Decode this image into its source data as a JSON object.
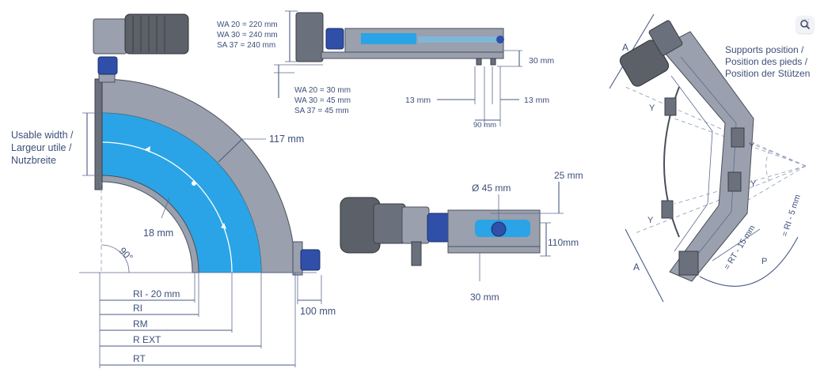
{
  "left": {
    "usable_width": [
      "Usable width /",
      "Largeur utile /",
      "Nutzbreite"
    ],
    "dim_117": "117 mm",
    "dim_18": "18 mm",
    "angle_90": "90°",
    "dim_100": "100 mm",
    "radii": [
      "RI - 20 mm",
      "RI",
      "RM",
      "R EXT",
      "RT"
    ]
  },
  "top": {
    "heights": [
      "WA 20 = 220 mm",
      "WA 30 = 240 mm",
      "SA 37 = 240 mm"
    ],
    "offsets": [
      "WA 20 = 30 mm",
      "WA 30 = 45 mm",
      "SA 37 = 45 mm"
    ],
    "dim_30": "30 mm",
    "dim_13_left": "13 mm",
    "dim_13_right": "13 mm",
    "dim_90": "90 mm"
  },
  "middle": {
    "diameter": "Ø 45 mm",
    "dim_25": "25 mm",
    "dim_110": "110mm",
    "dim_30": "30 mm"
  },
  "right": {
    "supports": [
      "Supports position /",
      "Position des pieds /",
      "Position der Stützen"
    ],
    "label_a_top": "A",
    "label_a_bottom": "A",
    "label_y": "Y",
    "label_rt": "= RT - 15 mm",
    "label_ri": "= RI - 5 mm",
    "label_p": "P"
  },
  "ui": {
    "zoom_icon": "lens-icon"
  }
}
